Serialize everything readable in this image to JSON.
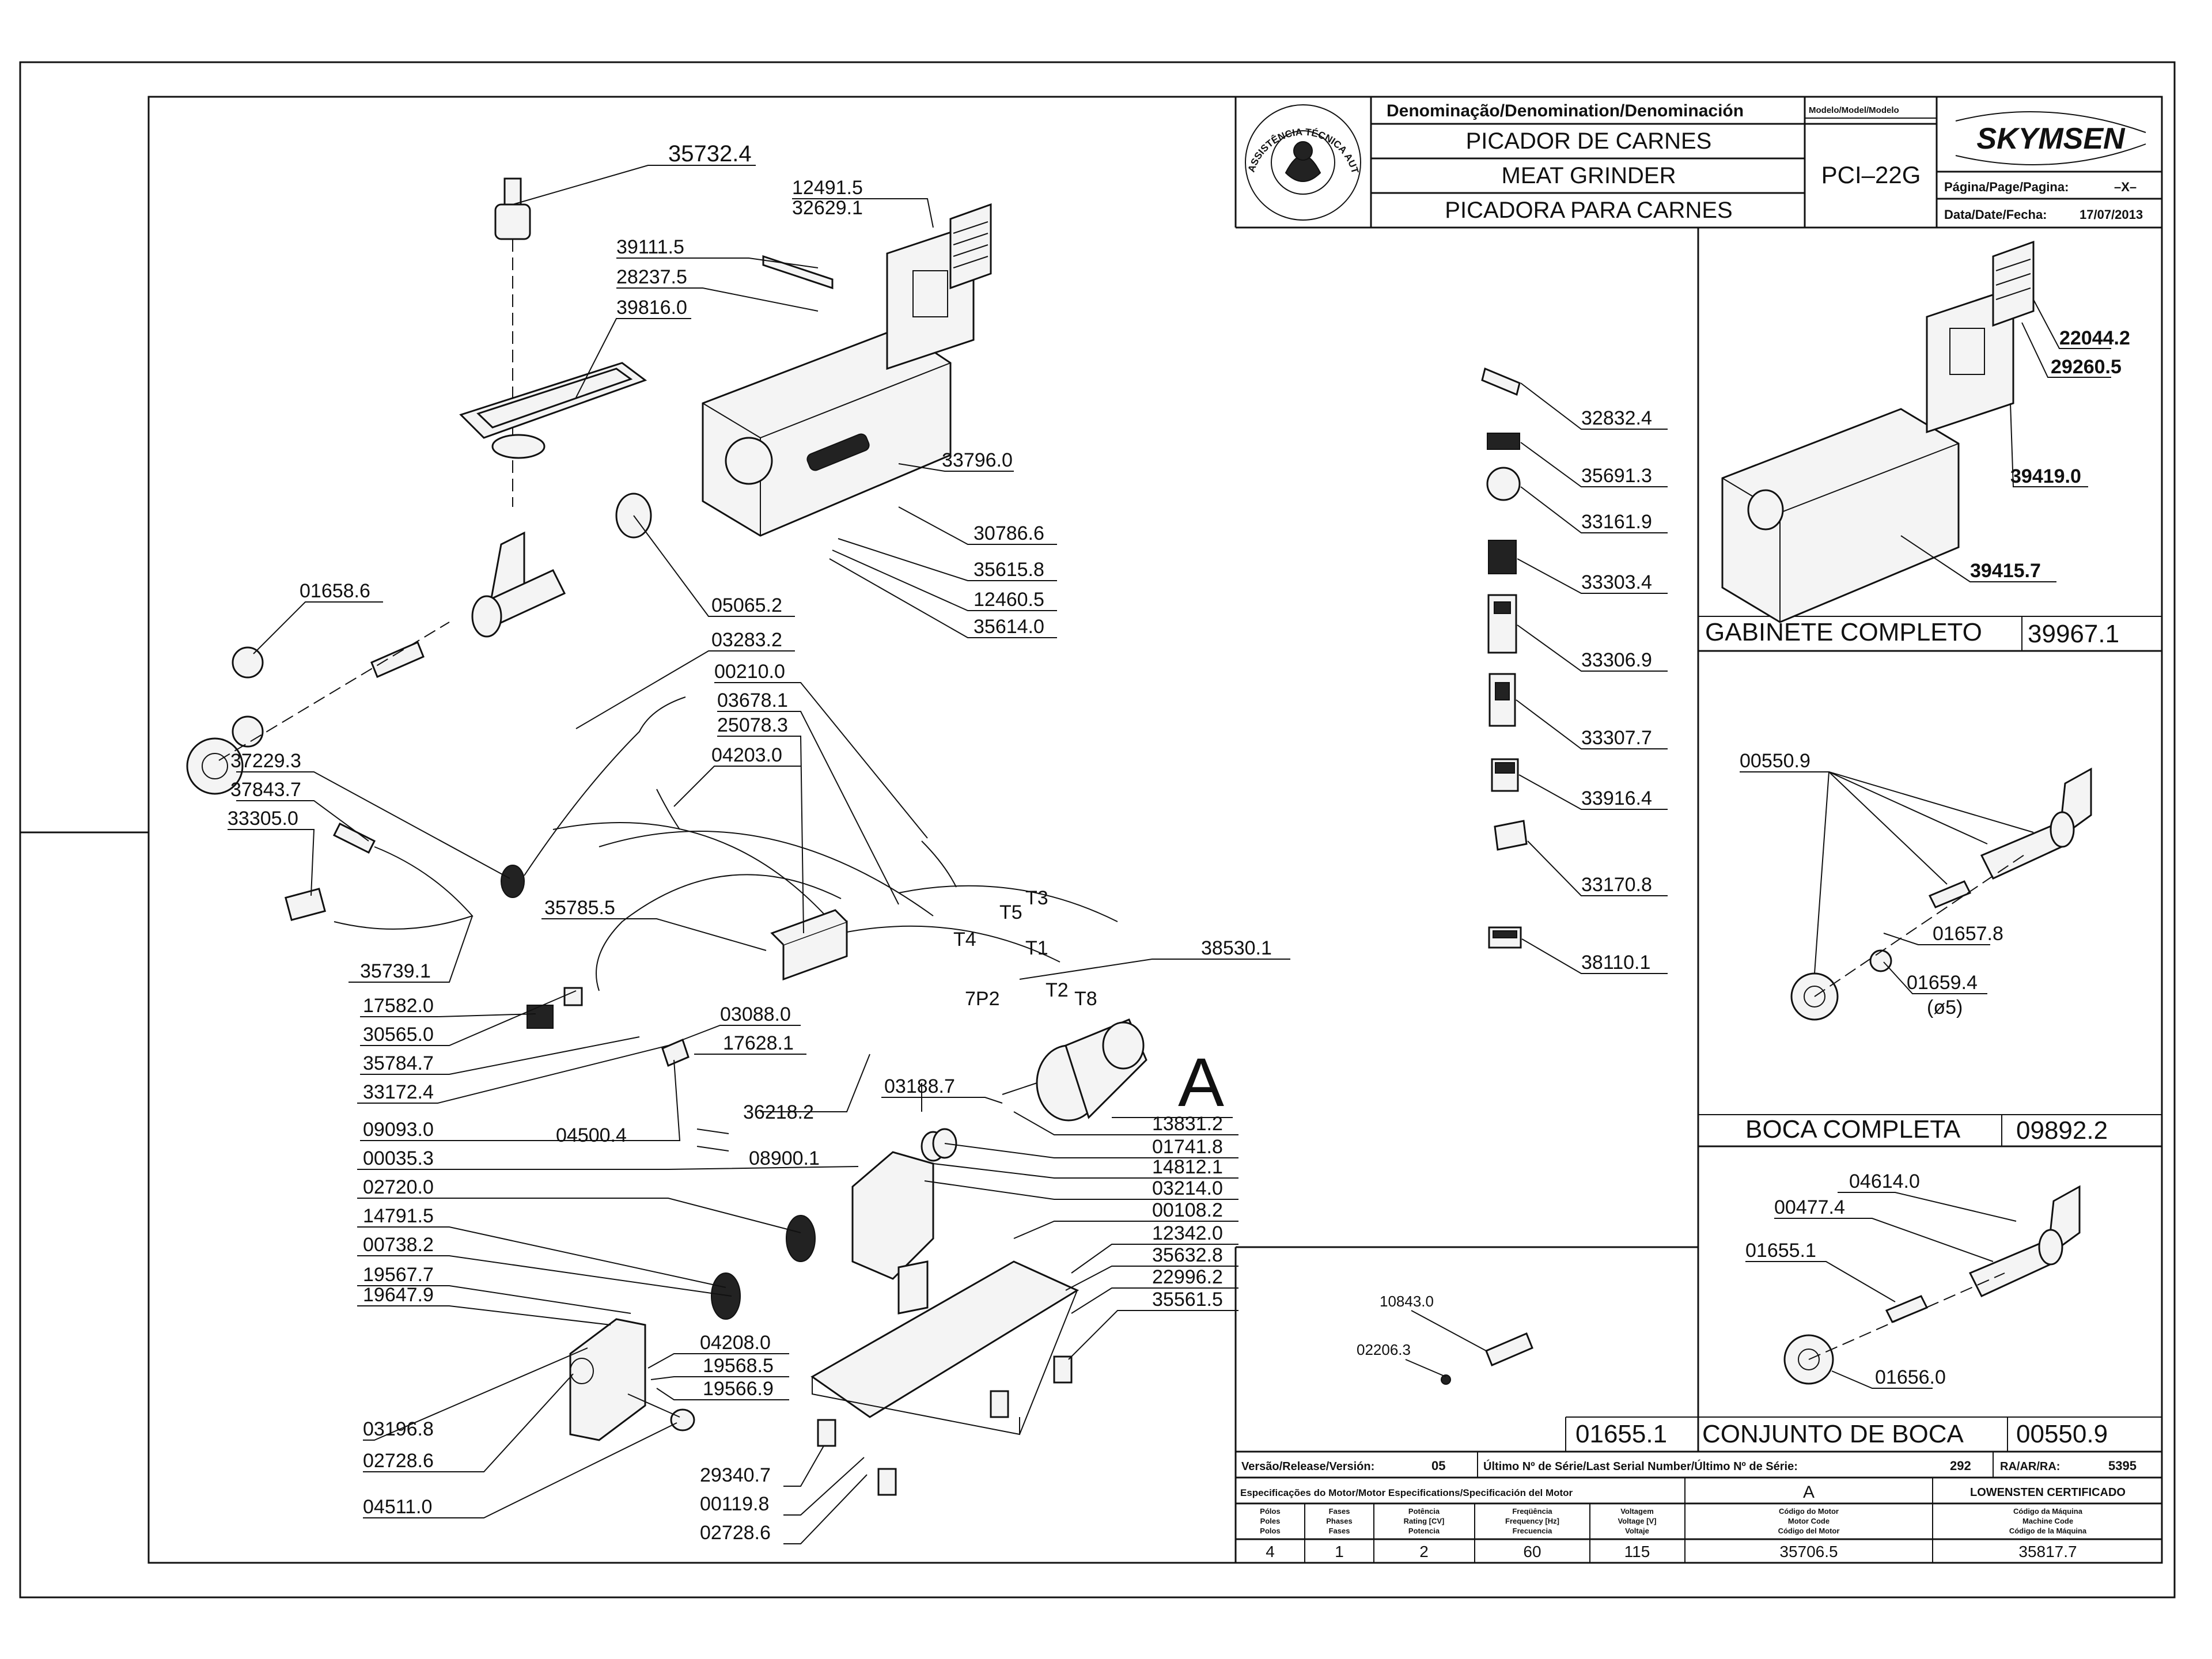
{
  "title_block": {
    "denomination_header": "Denominação/Denomination/Denominación",
    "model_header": "Modelo/Model/Modelo",
    "name_pt": "PICADOR  DE  CARNES",
    "name_en": "MEAT  GRINDER",
    "name_es": "PICADORA    PARA  CARNES",
    "model": "PCI–22G",
    "brand": "SKYMSEN",
    "page_label": "Página/Page/Pagina:",
    "page_value": "–X–",
    "date_label": "Data/Date/Fecha:",
    "date_value": "17/07/2013",
    "seal_text": "ASSISTÊNCIA TÉCNICA AUTORIZADA"
  },
  "main_labels": [
    "35732.4",
    "12491.5",
    "32629.1",
    "39111.5",
    "28237.5",
    "39816.0",
    "33796.0",
    "30786.6",
    "35615.8",
    "12460.5",
    "35614.0",
    "05065.2",
    "01658.6",
    "03283.2",
    "00210.0",
    "03678.1",
    "25078.3",
    "04203.0",
    "37229.3",
    "37843.7",
    "33305.0",
    "35785.5",
    "35739.1",
    "17582.0",
    "30565.0",
    "35784.7",
    "33172.4",
    "09093.0",
    "03088.0",
    "17628.1",
    "36218.2",
    "04500.4",
    "08900.1",
    "00035.3",
    "02720.0",
    "14791.5",
    "00738.2",
    "19567.7",
    "19647.9",
    "03196.8",
    "02728.6",
    "04511.0",
    "04208.0",
    "19568.5",
    "19566.9",
    "29340.7",
    "00119.8",
    "02728.6",
    "03188.7",
    "13831.2",
    "01741.8",
    "14812.1",
    "03214.0",
    "00108.2",
    "12342.0",
    "35632.8",
    "22996.2",
    "35561.5",
    "38530.1"
  ],
  "wire_labels": [
    "T3",
    "T5",
    "T1",
    "T4",
    "T2",
    "7P2",
    "T8"
  ],
  "view_letter": "A",
  "decal_labels": [
    "32832.4",
    "35691.3",
    "33161.9",
    "33303.4",
    "33306.9",
    "33307.7",
    "33916.4",
    "33170.8",
    "38110.1"
  ],
  "gabinete": {
    "parts": [
      "22044.2",
      "29260.5",
      "39419.0",
      "39415.7"
    ],
    "title": "GABINETE  COMPLETO",
    "code": "39967.1"
  },
  "boca": {
    "parts": [
      "00550.9",
      "01657.8",
      "01659.4",
      "(ø5)"
    ],
    "title": "BOCA  COMPLETA",
    "code": "09892.2"
  },
  "conjunto": {
    "parts": [
      "04614.0",
      "00477.4",
      "01655.1",
      "01656.0"
    ],
    "title": "CONJUNTO  DE  BOCA",
    "code": "00550.9",
    "code_left": "01655.1"
  },
  "auger_parts": [
    "10843.0",
    "02206.3"
  ],
  "release": {
    "version_label": "Versão/Release/Versión:",
    "version": "05",
    "serial_label": "Último Nº de Série/Last Serial Number/Último Nº de Série:",
    "serial": "292",
    "ra_label": "RA/AR/RA:",
    "ra": "5395"
  },
  "motor": {
    "spec_title": "Especificações do Motor/Motor Especifications/Specificación del Motor",
    "motor_letter": "A",
    "cert": "LOWENSTEN  CERTIFICADO",
    "headers": [
      [
        "Pólos",
        "Poles",
        "Polos"
      ],
      [
        "Fases",
        "Phases",
        "Fases"
      ],
      [
        "Potência",
        "Rating [CV]",
        "Potencia"
      ],
      [
        "Freqüência",
        "Frequency [Hz]",
        "Frecuencia"
      ],
      [
        "Voltagem",
        "Voltage [V]",
        "Voltaje"
      ],
      [
        "Código do Motor",
        "Motor Code",
        "Código del Motor"
      ],
      [
        "Código da Máquina",
        "Machine Code",
        "Código de la Máquina"
      ]
    ],
    "values": [
      "4",
      "1",
      "2",
      "60",
      "115",
      "35706.5",
      "35817.7"
    ]
  }
}
